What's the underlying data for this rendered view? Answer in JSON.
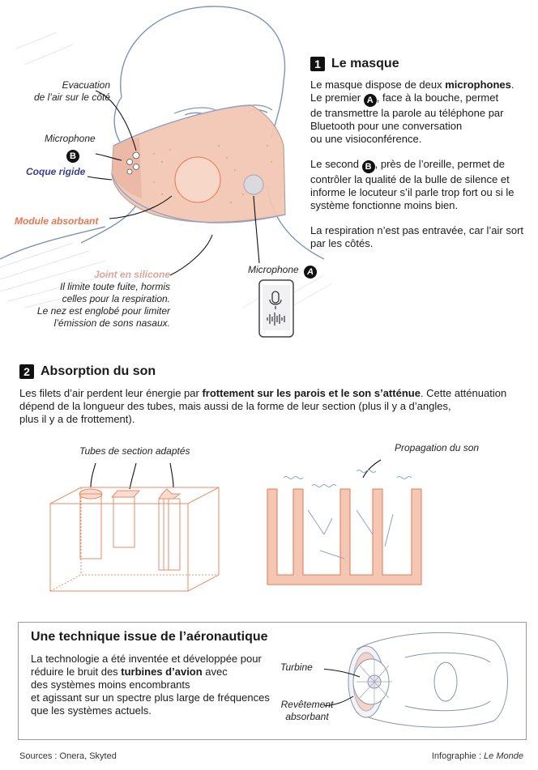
{
  "section1": {
    "num": "1",
    "title": "Le masque",
    "p1_a": "Le masque dispose de deux ",
    "p1_b": "microphones",
    "p1_c": ".",
    "p1_d": "Le premier ",
    "p1_e": ", face à la bouche, permet",
    "p1_f": "de transmettre la parole au téléphone par",
    "p1_g": "Bluetooth pour une conversation",
    "p1_h": "ou une visioconférence.",
    "p2_a": "Le second ",
    "p2_b": ", près de l’oreille, permet de",
    "p2_c": "contrôler la qualité de la bulle de silence et",
    "p2_d": "informe le locuteur s’il parle trop fort ou si le",
    "p2_e": "système fonctionne moins bien.",
    "p3_a": "La respiration n’est pas entravée, car l’air sort",
    "p3_b": "par les côtés."
  },
  "badges": {
    "a": "A",
    "b": "B"
  },
  "labels": {
    "evac_1": "Evacuation",
    "evac_2": "de l’air sur le côté",
    "microphone": "Microphone",
    "coque": "Coque rigide",
    "module": "Module absorbant",
    "joint_title": "Joint en silicone",
    "joint_1": "Il limite toute fuite, hormis",
    "joint_2": "celles pour la respiration.",
    "joint_3": "Le nez est englobé pour limiter",
    "joint_4": "l’émission de sons nasaux.",
    "microphone_a": "Microphone"
  },
  "section2": {
    "num": "2",
    "title": "Absorption du son",
    "l1_a": "Les filets d’air perdent leur énergie par ",
    "l1_b": "frottement sur les parois et le son s’atténue",
    "l1_c": ". Cette atténuation",
    "l2": "dépend de la longueur des tubes, mais aussi de la forme de leur section (plus il y a d’angles,",
    "l3": "plus il y a de frottement).",
    "tubes_label": "Tubes de section adaptés",
    "propagation_label": "Propagation du son"
  },
  "section3": {
    "title": "Une technique issue de l’aéronautique",
    "l1": "La technologie a été inventée et développée pour",
    "l2_a": "réduire le bruit des ",
    "l2_b": "turbines d’avion",
    "l2_c": " avec",
    "l3": "des systèmes moins encombrants",
    "l4": "et agissant sur un spectre plus large de fréquences",
    "l5": "que les systèmes actuels.",
    "turbine": "Turbine",
    "revetement_1": "Revêtement",
    "revetement_2": "absorbant"
  },
  "footer": {
    "sources": "Sources : Onera, Skyted",
    "infographie": "Infographie : ",
    "publisher": "Le Monde"
  },
  "colors": {
    "accent_orange": "#e8774f",
    "coque_blue": "#3a3f8f",
    "joint_pink": "#d9a79a",
    "mask_fill": "#f3c7b4",
    "line_blue": "#8fa3c9"
  }
}
